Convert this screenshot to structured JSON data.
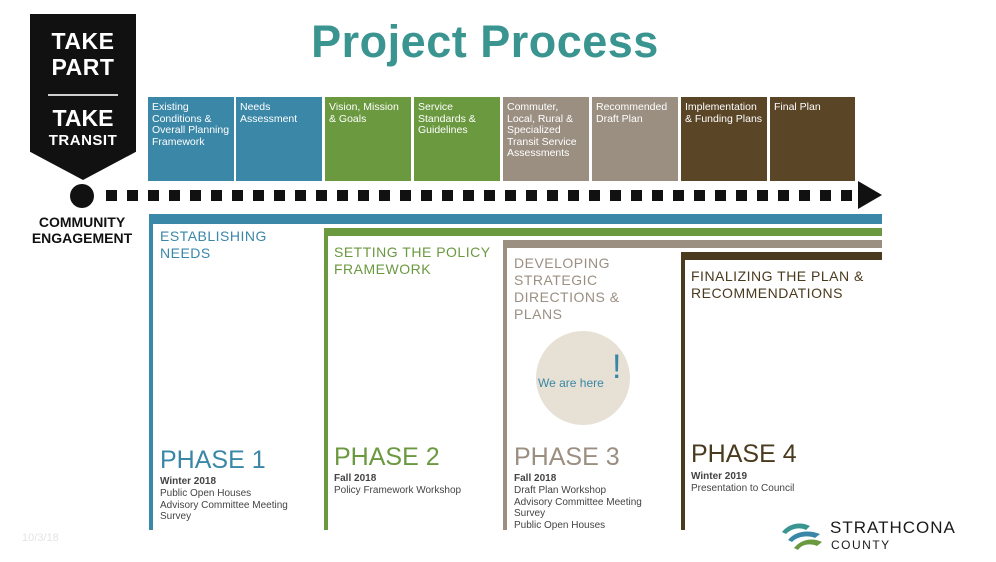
{
  "banner": {
    "line1": "TAKE",
    "line2": "PART",
    "line3": "TAKE",
    "line4": "TRANSIT"
  },
  "title": "Project Process",
  "steps": [
    {
      "label": "Existing Conditions & Overall Planning Framework",
      "color": "#3a87a8"
    },
    {
      "label": "Needs Assessment",
      "color": "#3a87a8"
    },
    {
      "label": "Vision, Mission & Goals",
      "color": "#6b9940"
    },
    {
      "label": "Service Standards & Guidelines",
      "color": "#6b9940"
    },
    {
      "label": "Commuter, Local, Rural & Specialized Transit Service Assessments",
      "color": "#9b8f82"
    },
    {
      "label": "Recommended Draft Plan",
      "color": "#9b8f82"
    },
    {
      "label": "Implementation & Funding Plans",
      "color": "#5a4526"
    },
    {
      "label": "Final Plan",
      "color": "#5a4526"
    }
  ],
  "community_engagement": "COMMUNITY ENGAGEMENT",
  "phases": [
    {
      "heading": "ESTABLISHING NEEDS",
      "name": "PHASE 1",
      "date": "Winter 2018",
      "items": [
        "Public Open Houses",
        "Advisory Committee Meeting",
        "Survey"
      ],
      "color": "#3a87a8"
    },
    {
      "heading": "SETTING THE POLICY FRAMEWORK",
      "name": "PHASE 2",
      "date": "Fall 2018",
      "items": [
        "Policy Framework Workshop"
      ],
      "color": "#6b9940"
    },
    {
      "heading": "DEVELOPING STRATEGIC DIRECTIONS & PLANS",
      "name": "PHASE 3",
      "date": "Fall 2018",
      "items": [
        "Draft Plan Workshop",
        "Advisory Committee Meeting",
        "Survey",
        "Public Open Houses"
      ],
      "color": "#9b8f82"
    },
    {
      "heading": "FINALIZING THE PLAN & RECOMMENDATIONS",
      "name": "PHASE 4",
      "date": "Winter 2019",
      "items": [
        "Presentation to Council"
      ],
      "color": "#4a3a1e"
    }
  ],
  "we_are_here": "We are here",
  "exclamation": "!",
  "date_stamp": "10/3/18",
  "logo": {
    "line1": "STRATHCONA",
    "line2": "COUNTY"
  }
}
